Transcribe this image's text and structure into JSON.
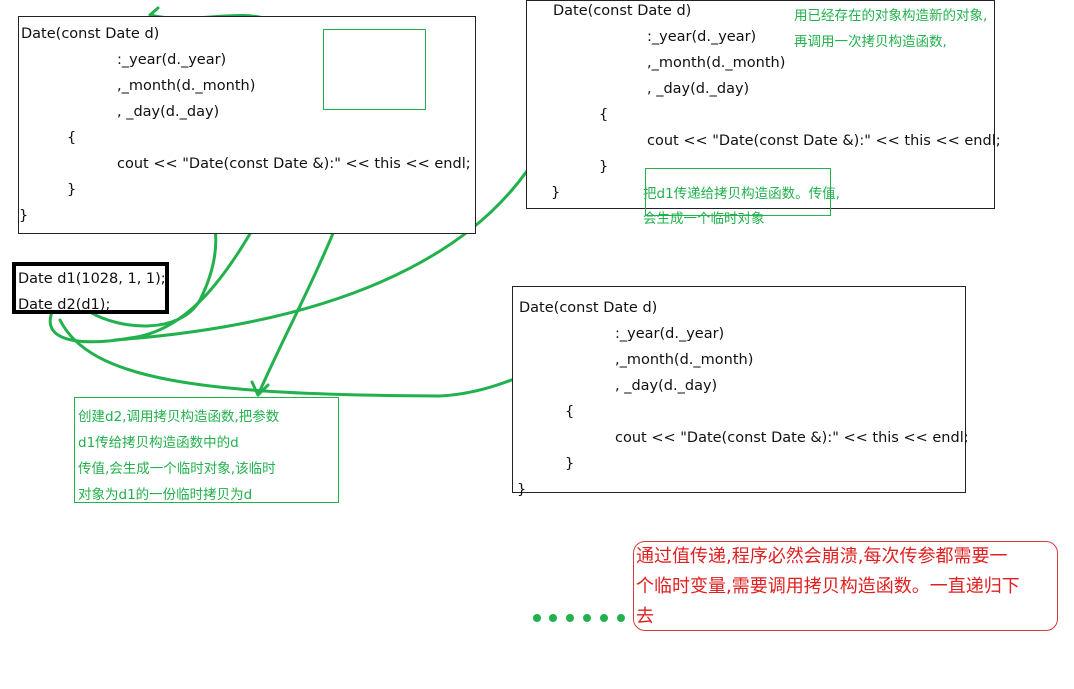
{
  "code_block_1": {
    "lines": [
      "Date(const Date d)",
      ":_year(d._year)",
      ",_month(d._month)",
      ", _day(d._day)",
      "{",
      "cout << \"Date(const Date &):\" << this << endl;",
      "}",
      "}"
    ]
  },
  "code_block_2": {
    "lines": [
      "Date(const Date d)",
      ":_year(d._year)",
      ",_month(d._month)",
      ", _day(d._day)",
      "{",
      "cout << \"Date(const Date &):\" << this << endl;",
      "}",
      "}"
    ]
  },
  "code_block_3": {
    "lines": [
      "Date(const Date d)",
      ":_year(d._year)",
      ",_month(d._month)",
      ", _day(d._day)",
      "{",
      "cout << \"Date(const Date &):\" << this << endl;",
      "}",
      "}"
    ]
  },
  "call_box": {
    "lines": [
      "Date d1(1028, 1, 1);",
      "Date d2(d1);"
    ]
  },
  "note_top_right": {
    "lines": [
      "用已经存在的对象构造新的对象,",
      "再调用一次拷贝构造函数,"
    ]
  },
  "note_pass_value": {
    "lines": [
      "把d1传递给拷贝构造函数。传值,",
      "会生成一个临时对象"
    ]
  },
  "note_create_d2": {
    "lines": [
      "创建d2,调用拷贝构造函数,把参数",
      "d1传给拷贝构造函数中的d",
      "传值,会生成一个临时对象,该临时",
      "对象为d1的一份临时拷贝为d"
    ]
  },
  "note_red": {
    "lines": [
      "通过值传递,程序必然会崩溃,每次传参都需要一",
      "个临时变量,需要调用拷贝构造函数。一直递归下",
      "去"
    ]
  },
  "colors": {
    "annotation": "#22b14c",
    "warning": "#e02020",
    "border": "#222222"
  }
}
